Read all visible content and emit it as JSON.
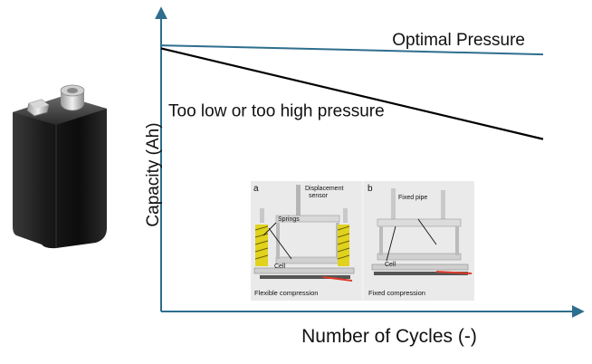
{
  "chart_data": {
    "type": "line",
    "xlabel": "Number of Cycles (-)",
    "ylabel": "Capacity (Ah)",
    "xlim": [
      0,
      10
    ],
    "ylim": [
      0,
      10
    ],
    "grid": false,
    "series": [
      {
        "name": "Optimal Pressure",
        "x": [
          0,
          10
        ],
        "y": [
          8.8,
          8.5
        ],
        "color": "#2e6e8e"
      },
      {
        "name": "Too low or too high pressure",
        "x": [
          0,
          10
        ],
        "y": [
          8.7,
          5.7
        ],
        "color": "#000000"
      }
    ],
    "axis_color": "#2e6e8e"
  },
  "inset": {
    "panel_a": {
      "letter": "a",
      "callout_sensor": "Displacement\nsensor",
      "callout_springs": "Springs",
      "callout_cell": "Cell",
      "caption": "Flexible compression"
    },
    "panel_b": {
      "letter": "b",
      "callout_pipe": "Fixed pipe",
      "callout_cell": "Cell",
      "caption": "Fixed compression"
    }
  }
}
